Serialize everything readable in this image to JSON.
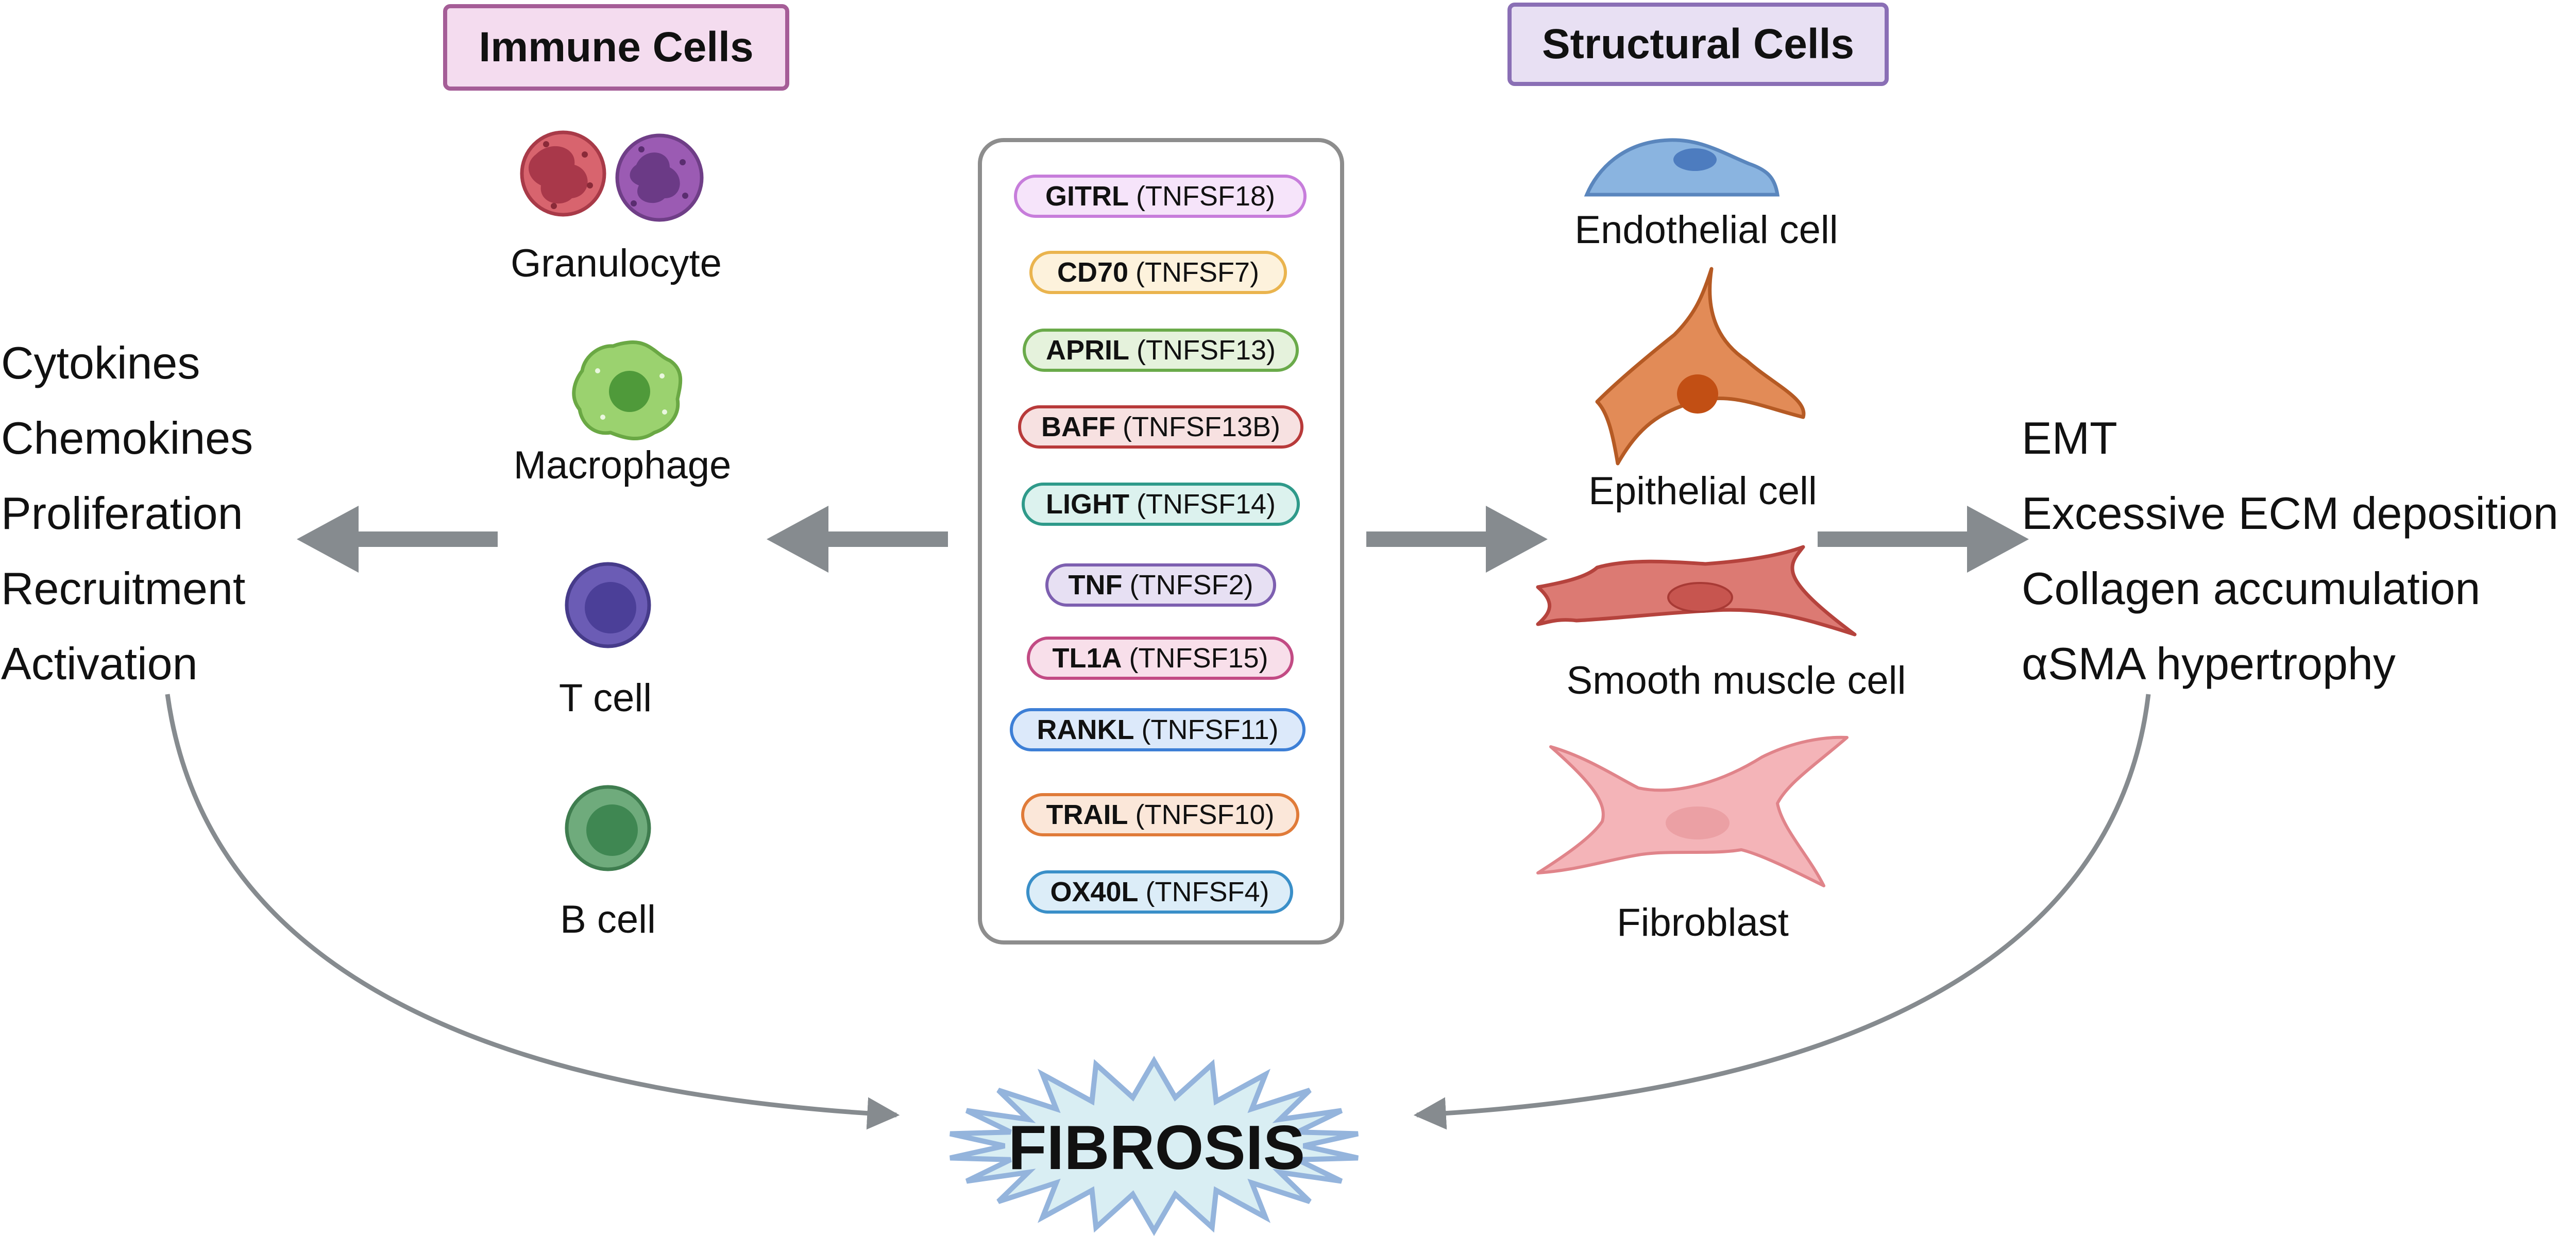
{
  "headers": {
    "immune": "Immune Cells",
    "structural": "Structural Cells"
  },
  "immune_cells": [
    "Granulocyte",
    "Macrophage",
    "T cell",
    "B cell"
  ],
  "structural_cells": [
    "Endothelial cell",
    "Epithelial cell",
    "Smooth muscle cell",
    "Fibroblast"
  ],
  "left_effects": [
    "Cytokines",
    "Chemokines",
    "Proliferation",
    "Recruitment",
    "Activation"
  ],
  "right_effects": [
    "EMT",
    "Excessive ECM deposition",
    "Collagen accumulation",
    "αSMA hypertrophy"
  ],
  "ligands": [
    {
      "name": "GITRL",
      "gene": "(TNFSF18)",
      "border": "#c77ddb",
      "fill": "#f6e4fa"
    },
    {
      "name": "CD70",
      "gene": "(TNFSF7)",
      "border": "#eab44e",
      "fill": "#fdf2dc"
    },
    {
      "name": "APRIL",
      "gene": "(TNFSF13)",
      "border": "#6aaa4a",
      "fill": "#e5f2dc"
    },
    {
      "name": "BAFF",
      "gene": "(TNFSF13B)",
      "border": "#b83a3a",
      "fill": "#f7e1e1"
    },
    {
      "name": "LIGHT",
      "gene": "(TNFSF14)",
      "border": "#2f9a8a",
      "fill": "#dcf2ee"
    },
    {
      "name": "TNF",
      "gene": "(TNFSF2)",
      "border": "#7d5fb0",
      "fill": "#e7e0f3"
    },
    {
      "name": "TL1A",
      "gene": "(TNFSF15)",
      "border": "#c24b84",
      "fill": "#f8dfea"
    },
    {
      "name": "RANKL",
      "gene": "(TNFSF11)",
      "border": "#3d7fd6",
      "fill": "#dce9fa"
    },
    {
      "name": "TRAIL",
      "gene": "(TNFSF10)",
      "border": "#e07b39",
      "fill": "#fbe7d9"
    },
    {
      "name": "OX40L",
      "gene": "(TNFSF4)",
      "border": "#3a8fc8",
      "fill": "#dcedf8"
    }
  ],
  "outcome": "FIBROSIS",
  "colors": {
    "immune_header_border": "#a55d97",
    "immune_header_fill": "#f4dcef",
    "structural_header_border": "#8a6fb5",
    "structural_header_fill": "#e8e0f3",
    "arrow": "#868b8f",
    "fibrosis_fill": "#d9eef3",
    "fibrosis_border": "#94b4dc"
  }
}
